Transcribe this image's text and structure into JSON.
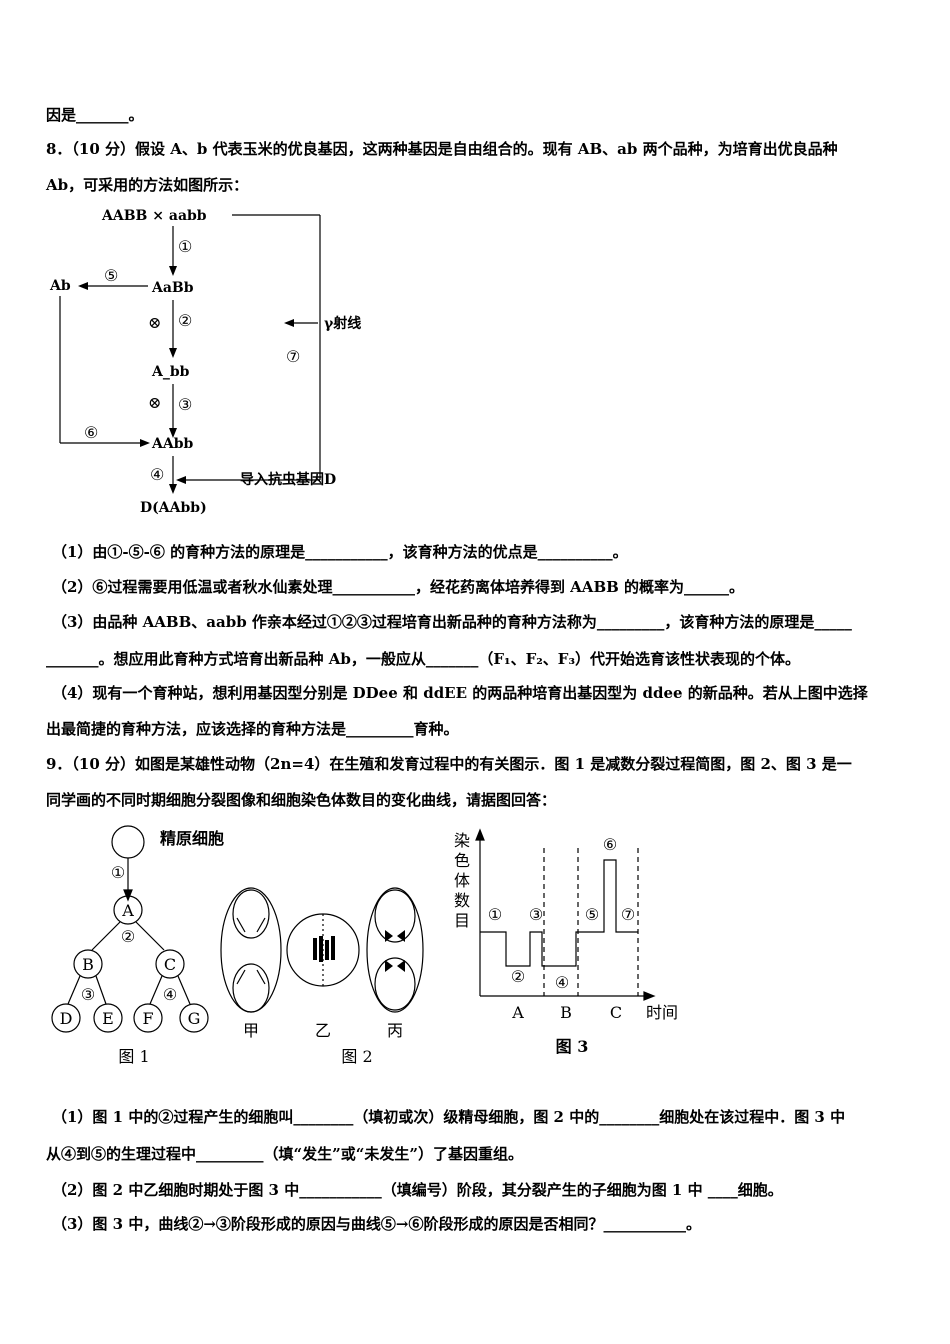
{
  "lines": {
    "l1": "因是_______。",
    "l2": "8．（10 分）假设 A、b 代表玉米的优良基因，这两种基因是自由组合的。现有 AB、ab 两个品种，为培育出优良品种",
    "l3": "Ab，可采用的方法如图所示：",
    "q8_1": "（1）由①-⑤-⑥ 的育种方法的原理是___________，该育种方法的优点是__________。",
    "q8_2": "（2）⑥过程需要用低温或者秋水仙素处理___________，经花药离体培养得到 AABB 的概率为______。",
    "q8_3a": "（3）由品种 AABB、aabb 作亲本经过①②③过程培育出新品种的育种方法称为_________，该育种方法的原理是_____",
    "q8_3b": "_______。想应用此育种方式培育出新品种 Ab，一般应从_______（F₁、F₂、F₃）代开始选育该性状表现的个体。",
    "q8_4a": "（4）现有一个育种站，想利用基因型分别是 DDee 和 ddEE 的两品种培育出基因型为 ddee 的新品种。若从上图中选择",
    "q8_4b": "出最简捷的育种方法，应该选择的育种方法是_________育种。",
    "q9a": "9．（10 分）如图是某雄性动物（2n=4）在生殖和发育过程中的有关图示．图 1 是减数分裂过程简图，图 2、图 3 是一",
    "q9b": "同学画的不同时期细胞分裂图像和细胞染色体数目的变化曲线，请据图回答：",
    "q9_1a": "（1）图 1 中的②过程产生的细胞叫________（填初或次）级精母细胞，图 2 中的________细胞处在该过程中．图 3 中",
    "q9_1b": "从④到⑤的生理过程中_________（填“发生”或“未发生”）了基因重组。",
    "q9_2": "（2）图 2 中乙细胞时期处于图 3 中___________（填编号）阶段，其分裂产生的子细胞为图 1 中 ____细胞。",
    "q9_3": "（3）图 3 中，曲线②→③阶段形成的原因与曲线⑤→⑥阶段形成的原因是否相同？___________。"
  },
  "diagram1": {
    "cross": "AABB × aabb",
    "n1": "①",
    "AaBb": "AaBb",
    "n5": "⑤",
    "Ab": "Ab",
    "otimes2": "⊗",
    "n2": "②",
    "gamma": "γ射线",
    "n7": "⑦",
    "A_bb": "A_bb",
    "otimes3": "⊗",
    "n3": "③",
    "n6": "⑥",
    "AAbb": "AAbb",
    "n4": "④",
    "gene": "导入抗虫基因D",
    "DAAbb": "D(AAbb)"
  },
  "fig1": {
    "title": "精原细胞",
    "n1": "①",
    "A": "A",
    "n2": "②",
    "B": "B",
    "C": "C",
    "n3": "③",
    "n4": "④",
    "D": "D",
    "E": "E",
    "F": "F",
    "G": "G",
    "caption": "图 1"
  },
  "fig2": {
    "jia": "甲",
    "yi": "乙",
    "bing": "丙",
    "caption": "图 2"
  },
  "fig3": {
    "ylabel": [
      "染",
      "色",
      "体",
      "数",
      "目"
    ],
    "xlabel": "时间",
    "ticks": [
      "A",
      "B",
      "C"
    ],
    "stages": [
      "①",
      "②",
      "③",
      "④",
      "⑤",
      "⑥",
      "⑦"
    ],
    "caption": "图 3"
  }
}
